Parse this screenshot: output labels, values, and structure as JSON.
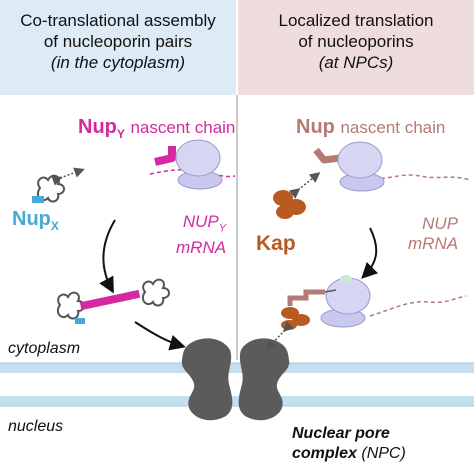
{
  "left_panel": {
    "title_line1": "Co-translational assembly",
    "title_line2": "of nucleoporin pairs",
    "title_line3": "(in the cytoplasm)",
    "nascent_main": "Nup",
    "nascent_sub": "Y",
    "nascent_suffix": "nascent chain",
    "partner_main": "Nup",
    "partner_sub": "X",
    "mrna_line1": "NUP",
    "mrna_sub": "Y",
    "mrna_line2": "mRNA"
  },
  "right_panel": {
    "title_line1": "Localized translation",
    "title_line2": "of nucleoporins",
    "title_line3": "(at NPCs)",
    "nascent_main": "Nup",
    "nascent_suffix": "nascent chain",
    "kap": "Kap",
    "mrna_line1": "NUP",
    "mrna_line2": "mRNA"
  },
  "bottom": {
    "cytoplasm": "cytoplasm",
    "nucleus": "nucleus",
    "npc_line1": "Nuclear pore",
    "npc_line2_bold": "complex",
    "npc_line2_rest": "(NPC)"
  },
  "colors": {
    "left_header_bg": "#dcebf5",
    "right_header_bg": "#efdcdc",
    "nup_y": "#d42aa0",
    "nup_x": "#4aa8d8",
    "nup_right": "#b47a74",
    "kap": "#b85a22",
    "ribosome": "#c9c9ef",
    "membrane": "#bcd8e8",
    "npc": "#5e5e5e"
  }
}
